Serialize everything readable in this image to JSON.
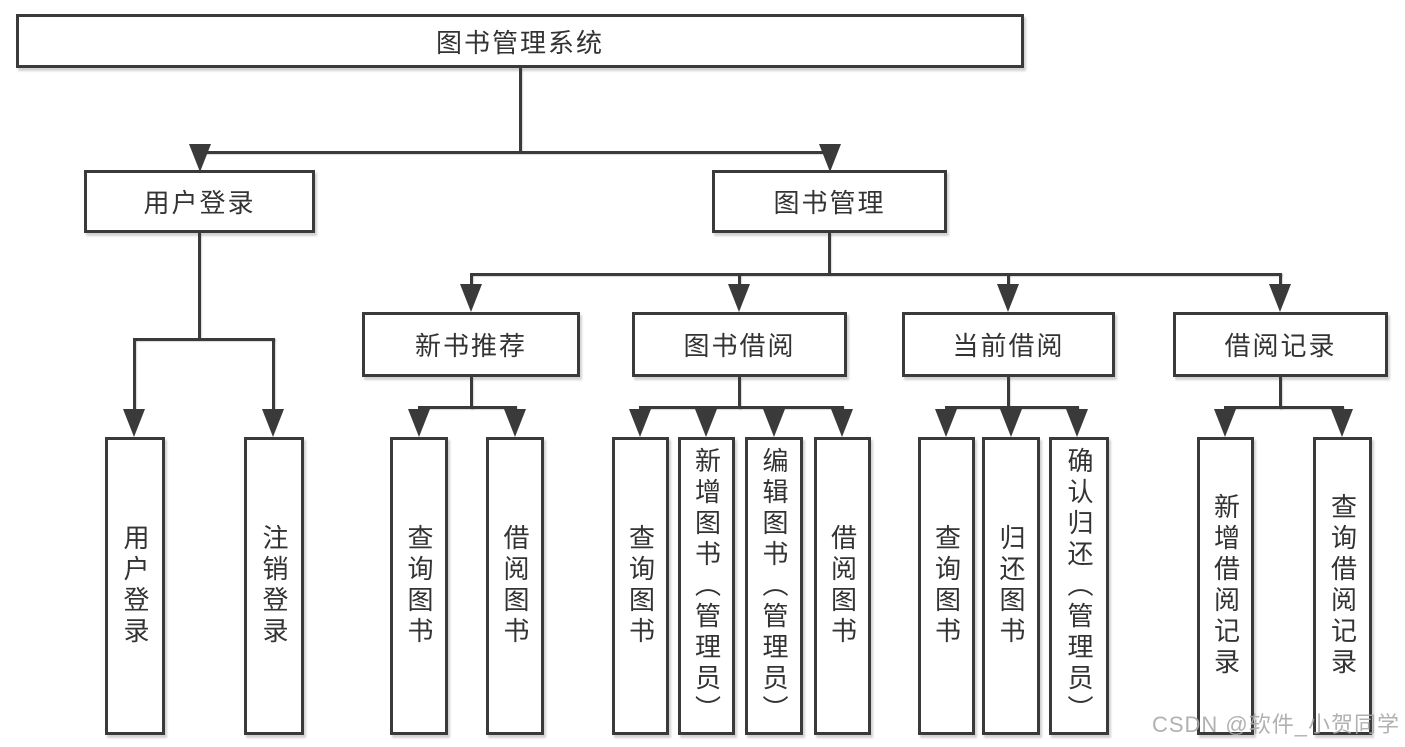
{
  "diagram": {
    "type": "hierarchy-tree",
    "tree": {
      "label": "图书管理系统",
      "children": [
        {
          "label": "用户登录",
          "children": [
            {
              "label": "用户登录"
            },
            {
              "label": "注销登录"
            }
          ]
        },
        {
          "label": "图书管理",
          "children": [
            {
              "label": "新书推荐",
              "children": [
                {
                  "label": "查询图书"
                },
                {
                  "label": "借阅图书"
                }
              ]
            },
            {
              "label": "图书借阅",
              "children": [
                {
                  "label": "查询图书"
                },
                {
                  "label": "新增图书（管理员）"
                },
                {
                  "label": "编辑图书（管理员）"
                },
                {
                  "label": "借阅图书"
                }
              ]
            },
            {
              "label": "当前借阅",
              "children": [
                {
                  "label": "查询图书"
                },
                {
                  "label": "归还图书"
                },
                {
                  "label": "确认归还（管理员）"
                }
              ]
            },
            {
              "label": "借阅记录",
              "children": [
                {
                  "label": "新增借阅记录"
                },
                {
                  "label": "查询借阅记录"
                }
              ]
            }
          ]
        }
      ]
    }
  },
  "watermark": {
    "text": "CSDN @软件_小贺同学"
  },
  "colors": {
    "line": "#3a3a3a",
    "text": "#333333",
    "watermark": "#a8a8a8",
    "background": "#ffffff"
  }
}
